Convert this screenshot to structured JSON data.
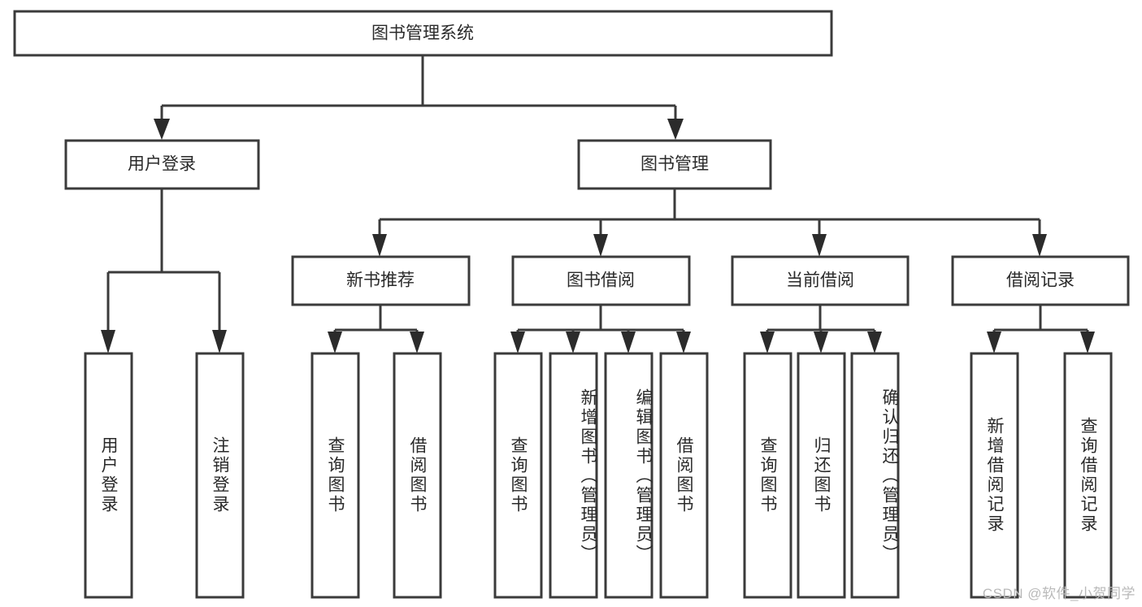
{
  "diagram": {
    "title": "图书管理系统",
    "watermark": "CSDN @软件_小贺同学",
    "root": {
      "label": "图书管理系统"
    },
    "level2": [
      {
        "label": "用户登录"
      },
      {
        "label": "图书管理"
      }
    ],
    "level3": [
      {
        "label": "新书推荐"
      },
      {
        "label": "图书借阅"
      },
      {
        "label": "当前借阅"
      },
      {
        "label": "借阅记录"
      }
    ],
    "leaves": {
      "user_login": [
        {
          "label": "用户登录"
        },
        {
          "label": "注销登录"
        }
      ],
      "new_book_recommend": [
        {
          "label": "查询图书"
        },
        {
          "label": "借阅图书"
        }
      ],
      "book_borrow": [
        {
          "label": "查询图书"
        },
        {
          "label": "新增图书（管理员）"
        },
        {
          "label": "编辑图书（管理员）"
        },
        {
          "label": "借阅图书"
        }
      ],
      "current_borrow": [
        {
          "label": "查询图书"
        },
        {
          "label": "归还图书"
        },
        {
          "label": "确认归还（管理员）"
        }
      ],
      "borrow_record": [
        {
          "label": "新增借阅记录"
        },
        {
          "label": "查询借阅记录"
        }
      ]
    },
    "colors": {
      "line": "#3b3b3b",
      "box_fill": "#ffffff",
      "text": "#2a2a2a",
      "watermark": "#b9b9b9",
      "background": "#ffffff"
    }
  }
}
